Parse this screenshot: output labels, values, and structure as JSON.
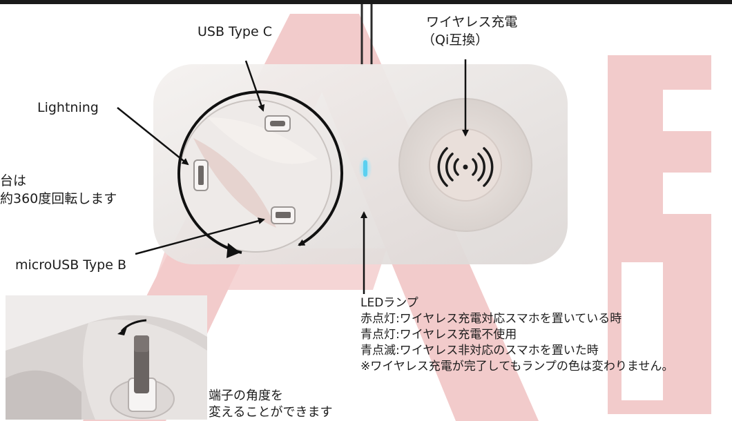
{
  "labels": {
    "usb_c": "USB Type C",
    "wireless_line1": "ワイヤレス充電",
    "wireless_line2": "（Qi互換）",
    "lightning": "Lightning",
    "rotate_line1": "台は",
    "rotate_line2": "約360度回転します",
    "micro_usb": "microUSB Type B",
    "connector_line1": "端子の角度を",
    "connector_line2": "変えることができます"
  },
  "led_info": {
    "title": "LEDランプ",
    "red": "赤点灯:ワイヤレス充電対応スマホを置いている時",
    "blue": "青点灯:ワイヤレス充電不使用",
    "blink": "青点滅:ワイヤレス非対応のスマホを置いた時",
    "note": "※ワイヤレス充電が完了してもランプの色は変わりません。"
  },
  "icons": [
    "wireless-charging-icon",
    "rotation-arrow-icon",
    "curved-arrow-icon"
  ],
  "colors": {
    "watermark": "#e8a0a0",
    "device_body": "#e9e5e3",
    "led": "#5ad0f0",
    "arrow": "#111111"
  }
}
